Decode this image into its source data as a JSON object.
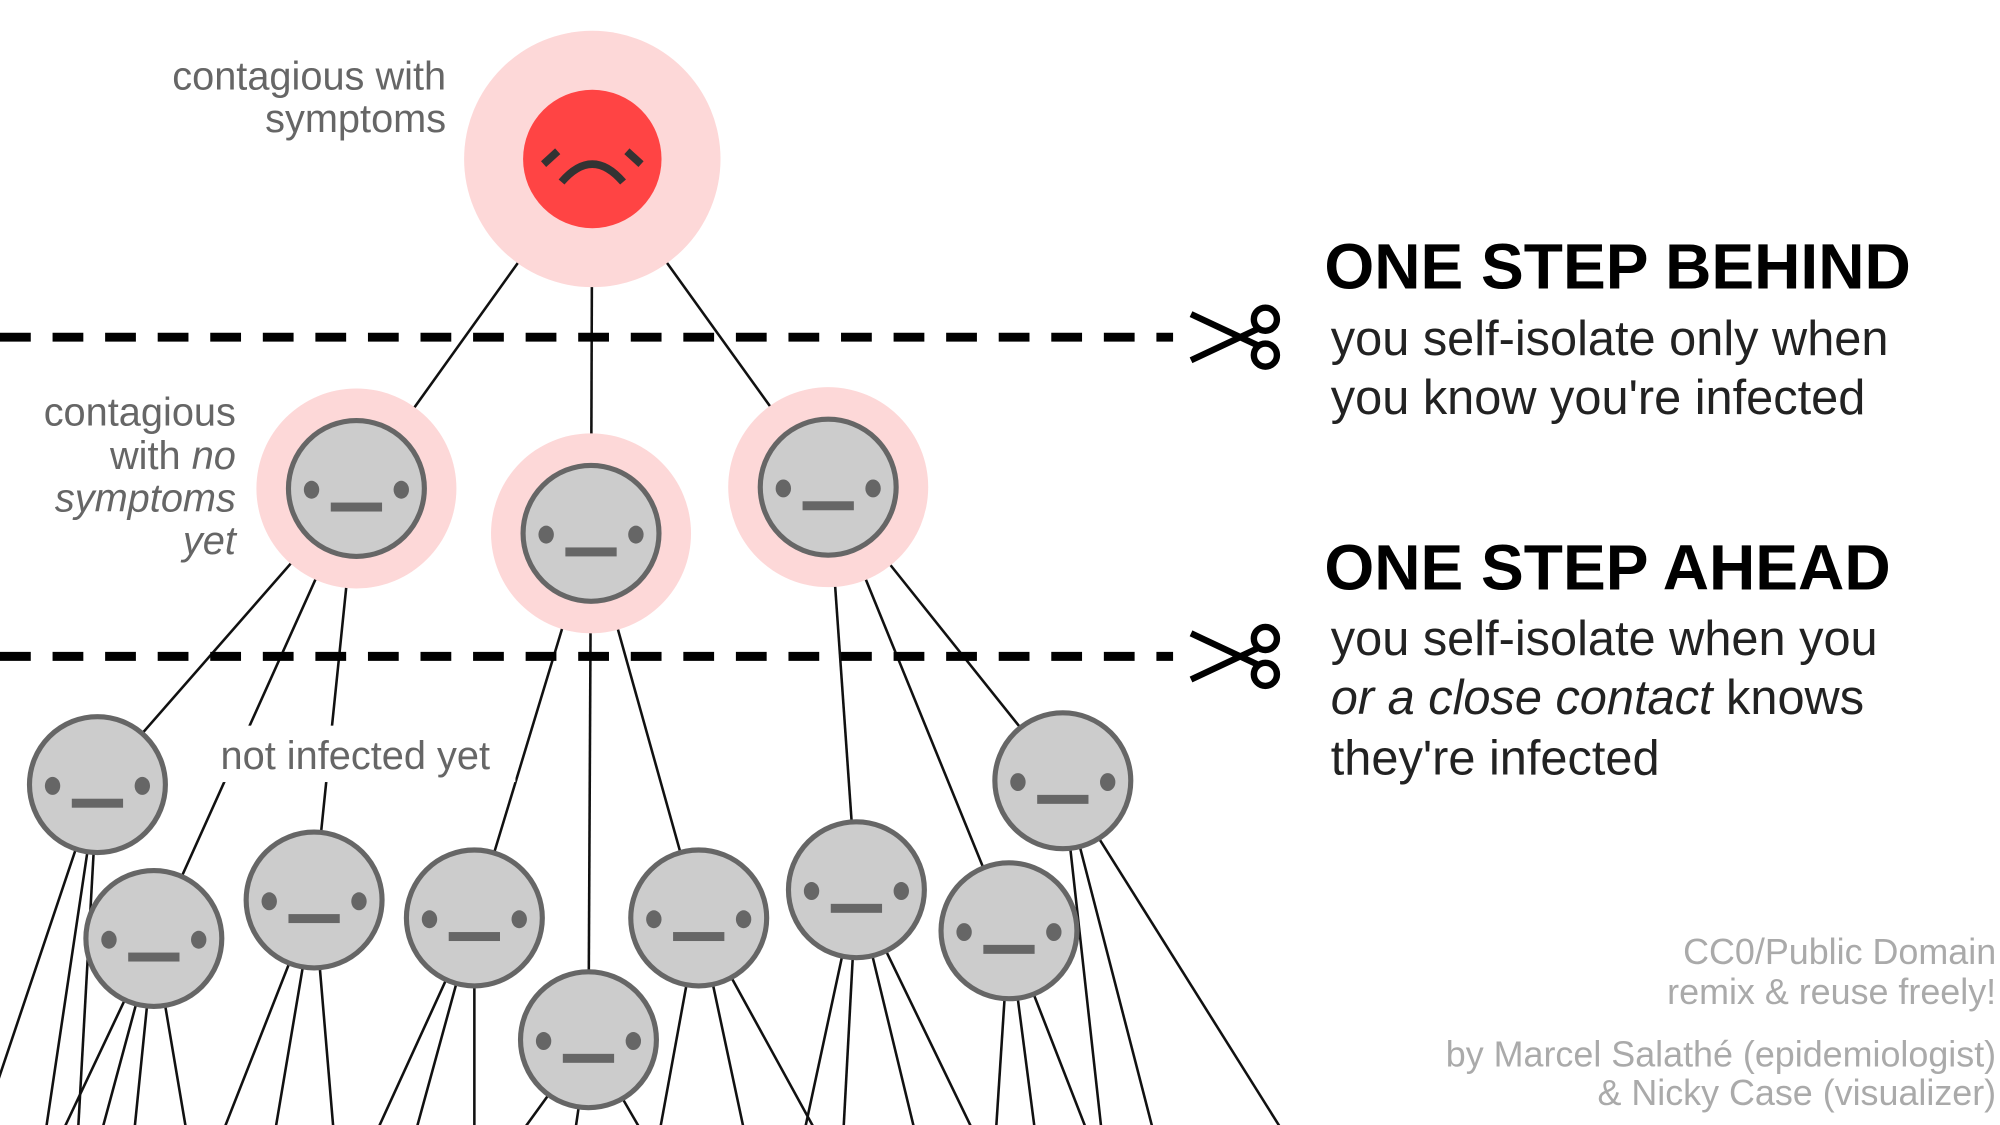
{
  "labels": {
    "symptomatic": [
      "contagious with",
      "symptoms"
    ],
    "presymptomatic": [
      "contagious",
      "with ",
      "no",
      "symptoms",
      "yet"
    ],
    "not_infected": "not infected yet"
  },
  "behind": {
    "title": "ONE STEP BEHIND",
    "lines": [
      "you self-isolate only when",
      "you know you're infected"
    ]
  },
  "ahead": {
    "title": "ONE STEP AHEAD",
    "line1": "you self-isolate when you",
    "line2_italic": "or a close contact",
    "line2_rest": " knows",
    "line3": "they're infected"
  },
  "credits": {
    "license": [
      "CC0/Public Domain",
      "remix & reuse freely!"
    ],
    "authors": [
      "by Marcel Salathé (epidemiologist)",
      "& Nicky Case (visualizer)"
    ]
  },
  "colors": {
    "infected": "#ff4444",
    "halo": "#fdd8d8",
    "face": "#cccccc",
    "face_outline": "#666666"
  },
  "icons": [
    "frown-face-icon",
    "neutral-face-icon",
    "scissors-icon"
  ]
}
